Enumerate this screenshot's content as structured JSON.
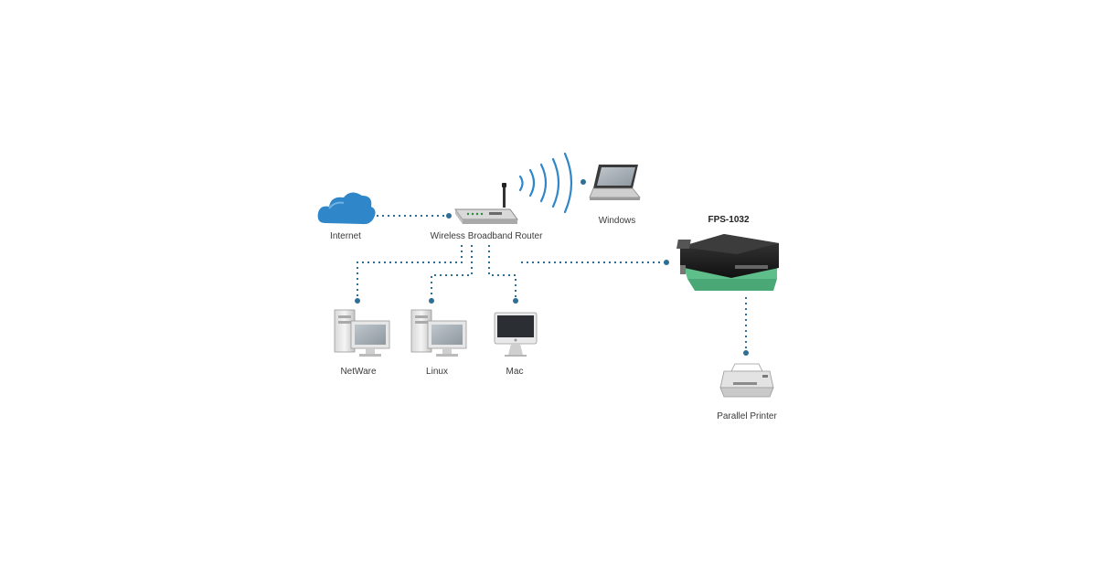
{
  "nodes": {
    "internet": {
      "label": "Internet"
    },
    "router": {
      "label": "Wireless Broadband Router"
    },
    "windows": {
      "label": "Windows"
    },
    "print_server": {
      "label": "FPS-1032"
    },
    "netware": {
      "label": "NetWare"
    },
    "linux": {
      "label": "Linux"
    },
    "mac": {
      "label": "Mac"
    },
    "printer": {
      "label": "Parallel Printer"
    }
  },
  "colors": {
    "link": "#2f6f95",
    "cloud": "#2f86c8",
    "wifi": "#2f86c8",
    "server_body": "#222222",
    "server_base": "#5fbf8a"
  }
}
